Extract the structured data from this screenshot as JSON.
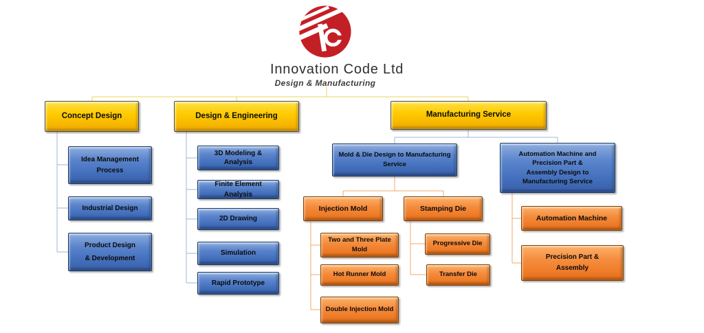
{
  "logo": {
    "company_name": "Innovation Code Ltd",
    "tagline": "Design & Manufacturing",
    "monogram": "IC",
    "brand_red": "#c32026"
  },
  "palette": {
    "level1_yellow": "#ffcb00",
    "level2_blue": "#4470bd",
    "level3_orange": "#ee7c28",
    "connector_yellow": "#eed35e",
    "connector_blue": "#9fb6d9",
    "connector_orange": "#f2a76a",
    "text_color": "#0b0b0b"
  },
  "nodes": {
    "concept_design": "Concept Design",
    "design_engineering": "Design & Engineering",
    "manufacturing_service": "Manufacturing Service",
    "idea_management_process": "Idea Management\nProcess",
    "industrial_design": "Industrial Design",
    "product_design_development": "Product Design\n& Development",
    "modeling_3d_analysis": "3D Modeling &\nAnalysis",
    "finite_element_analysis": "Finite Element Analysis",
    "drawing_2d": "2D Drawing",
    "simulation": "Simulation",
    "rapid_prototype": "Rapid Prototype",
    "mold_die_design": "Mold & Die Design to Manufacturing\nService",
    "automation_design": "Automation Machine and\nPrecision Part &\nAssembly Design to\nManufacturing Service",
    "injection_mold": "Injection Mold",
    "stamping_die": "Stamping Die",
    "two_three_plate_mold": "Two and Three Plate\nMold",
    "hot_runner_mold": "Hot Runner Mold",
    "double_injection_mold": "Double Injection Mold",
    "progressive_die": "Progressive Die",
    "transfer_die": "Transfer Die",
    "automation_machine": "Automation Machine",
    "precision_part_assembly": "Precision Part &\nAssembly"
  },
  "hierarchy": {
    "root": "Innovation Code Ltd",
    "branches": [
      {
        "label": "Concept Design",
        "children": [
          "Idea Management Process",
          "Industrial Design",
          "Product Design & Development"
        ]
      },
      {
        "label": "Design & Engineering",
        "children": [
          "3D Modeling & Analysis",
          "Finite Element Analysis",
          "2D Drawing",
          "Simulation",
          "Rapid Prototype"
        ]
      },
      {
        "label": "Manufacturing Service",
        "children": [
          {
            "label": "Mold & Die Design to Manufacturing Service",
            "children": [
              {
                "label": "Injection Mold",
                "children": [
                  "Two and Three Plate Mold",
                  "Hot Runner Mold",
                  "Double Injection Mold"
                ]
              },
              {
                "label": "Stamping Die",
                "children": [
                  "Progressive Die",
                  "Transfer Die"
                ]
              }
            ]
          },
          {
            "label": "Automation Machine and Precision Part & Assembly Design to Manufacturing Service",
            "children": [
              "Automation Machine",
              "Precision Part & Assembly"
            ]
          }
        ]
      }
    ]
  }
}
